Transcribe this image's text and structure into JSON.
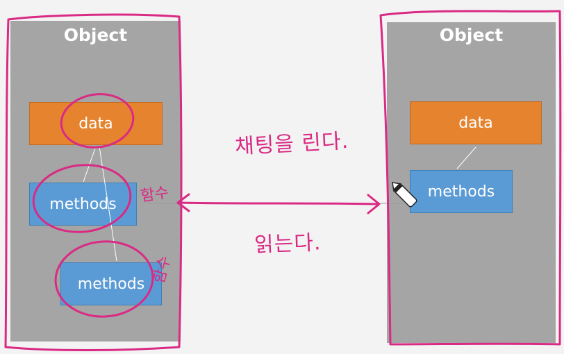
{
  "left": {
    "title": "Object",
    "data_label": "data",
    "methods_top_label": "methods",
    "methods_bottom_label": "methods"
  },
  "right": {
    "title": "Object",
    "data_label": "data",
    "methods_label": "methods"
  },
  "annotations": {
    "top": "채팅을 린다.",
    "bottom": "읽는다.",
    "left_side_top": "함수",
    "left_side_bottom": "함수"
  },
  "colors": {
    "panel": "#a5a5a5",
    "data": "#e6832e",
    "methods": "#5b9bd5",
    "ink": "#d92a84"
  }
}
